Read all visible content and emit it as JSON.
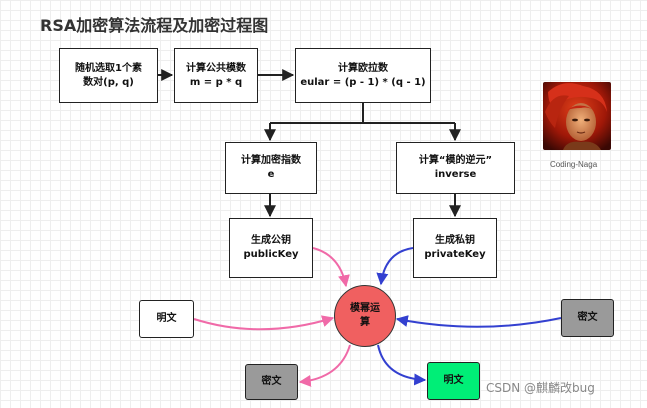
{
  "title": "RSA加密算法流程及加密过程图",
  "nodes": {
    "select_primes": {
      "line1": "随机选取1个素",
      "line2": "数对(p, q)"
    },
    "compute_modulus": {
      "line1": "计算公共模数",
      "line2": "m = p * q"
    },
    "compute_euler": {
      "line1": "计算欧拉数",
      "line2": "eular = (p - 1) * (q - 1)"
    },
    "compute_exponent": {
      "line1": "计算加密指数",
      "line2": "e"
    },
    "compute_inverse": {
      "line1": "计算“模的逆元”",
      "line2": "inverse"
    },
    "gen_public_key": {
      "line1": "生成公钥",
      "line2": "publicKey"
    },
    "gen_private_key": {
      "line1": "生成私钥",
      "line2": "privateKey"
    },
    "plaintext_in": {
      "label": "明文"
    },
    "ciphertext_in": {
      "label": "密文"
    },
    "modpow": {
      "line1": "模幂运",
      "line2": "算"
    },
    "ciphertext_out": {
      "label": "密文"
    },
    "plaintext_out": {
      "label": "明文"
    }
  },
  "avatar_caption": "Coding-Naga",
  "watermark": "CSDN @麒麟改bug",
  "colors": {
    "pink": "#f06aa8",
    "blue": "#3340d0",
    "modpow_fill": "#f06060",
    "gray_box": "#9a9a9a",
    "green_box": "#00ee77"
  }
}
